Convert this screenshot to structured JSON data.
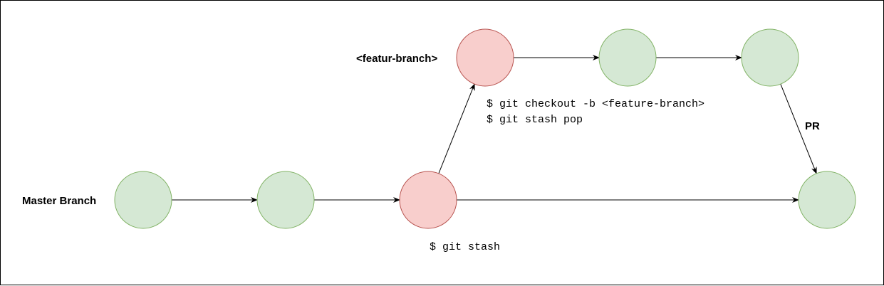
{
  "diagram": {
    "labels": {
      "master_branch": "Master Branch",
      "feature_branch": "<featur-branch>",
      "pr": "PR",
      "git_stash": "$ git stash",
      "git_checkout": "$ git checkout -b <feature-branch>",
      "git_stash_pop": "$ git stash pop"
    },
    "colors": {
      "commit_fill": "#d5e8d4",
      "commit_stroke": "#82b366",
      "stash_fill": "#f8cecc",
      "stash_stroke": "#b85450",
      "edge": "#000000",
      "border": "#000000"
    },
    "nodes": [
      {
        "id": "master-1",
        "kind": "commit"
      },
      {
        "id": "master-2",
        "kind": "commit"
      },
      {
        "id": "master-3",
        "kind": "stash"
      },
      {
        "id": "master-4",
        "kind": "commit"
      },
      {
        "id": "feature-1",
        "kind": "stash"
      },
      {
        "id": "feature-2",
        "kind": "commit"
      },
      {
        "id": "feature-3",
        "kind": "commit"
      }
    ],
    "edges": [
      {
        "from": "master-1",
        "to": "master-2"
      },
      {
        "from": "master-2",
        "to": "master-3"
      },
      {
        "from": "master-3",
        "to": "master-4"
      },
      {
        "from": "master-3",
        "to": "feature-1"
      },
      {
        "from": "feature-1",
        "to": "feature-2"
      },
      {
        "from": "feature-2",
        "to": "feature-3"
      },
      {
        "from": "feature-3",
        "to": "master-4"
      }
    ]
  }
}
